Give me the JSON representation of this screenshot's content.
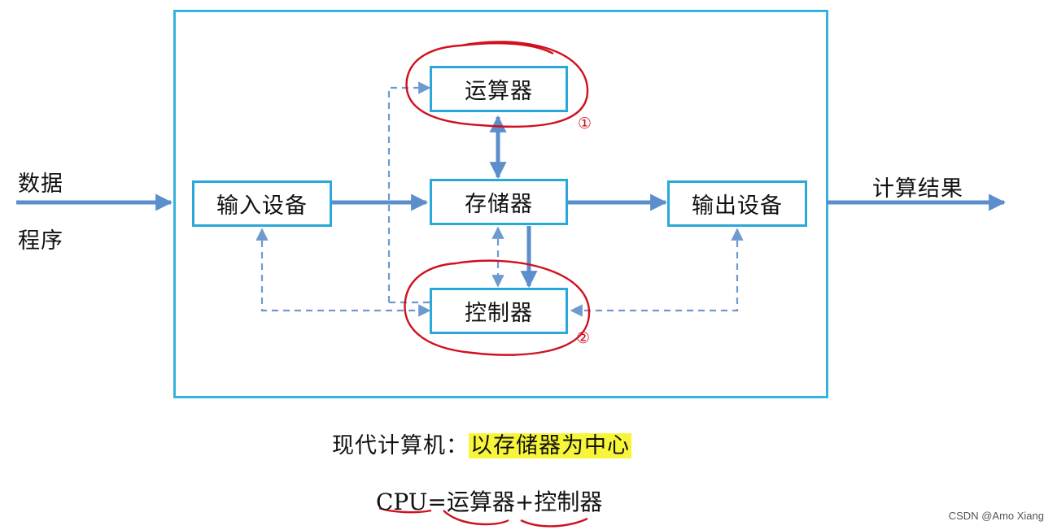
{
  "inputs": {
    "data": "数据",
    "program": "程序"
  },
  "output": "计算结果",
  "nodes": {
    "alu": "运算器",
    "memory": "存储器",
    "control": "控制器",
    "input_device": "输入设备",
    "output_device": "输出设备"
  },
  "annotations": {
    "mark_alu": "①",
    "mark_control": "②"
  },
  "caption": {
    "prefix": "现代计算机：",
    "highlight": "以存储器为中心"
  },
  "formula": {
    "lhs": "CPU",
    "eq": "=",
    "alu": "运算器",
    "plus": "+",
    "control": "控制器"
  },
  "watermark": "CSDN @Amo Xiang",
  "colors": {
    "frame": "#33b3dd",
    "node_border": "#29a8d9",
    "flow_arrow": "#5b8fcb",
    "annotation": "#d0101e",
    "highlight": "#f7f53a"
  }
}
